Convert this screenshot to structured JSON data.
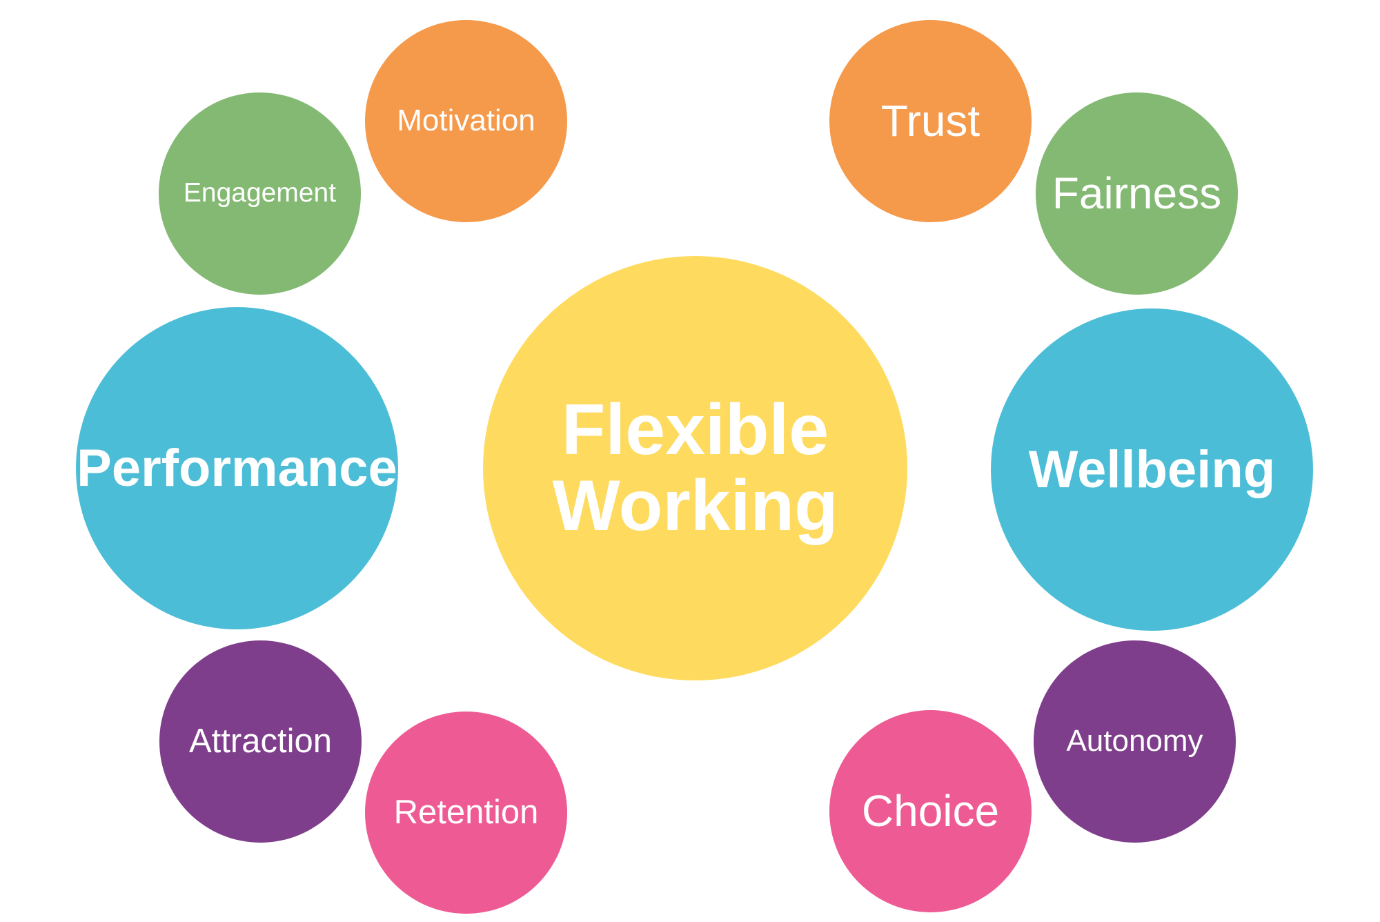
{
  "colors": {
    "center": "#FEDB5F",
    "blue": "#4BBDD7",
    "orange": "#F5994B",
    "green": "#83B972",
    "purple": "#7E3E8B",
    "pink": "#EE5A93",
    "text": "#FFFFFF"
  },
  "center": {
    "label": "Flexible Working"
  },
  "pillars": {
    "performance": "Performance",
    "wellbeing": "Wellbeing"
  },
  "satellites": {
    "motivation": "Motivation",
    "engagement": "Engagement",
    "attraction": "Attraction",
    "retention": "Retention",
    "trust": "Trust",
    "fairness": "Fairness",
    "autonomy": "Autonomy",
    "choice": "Choice"
  }
}
